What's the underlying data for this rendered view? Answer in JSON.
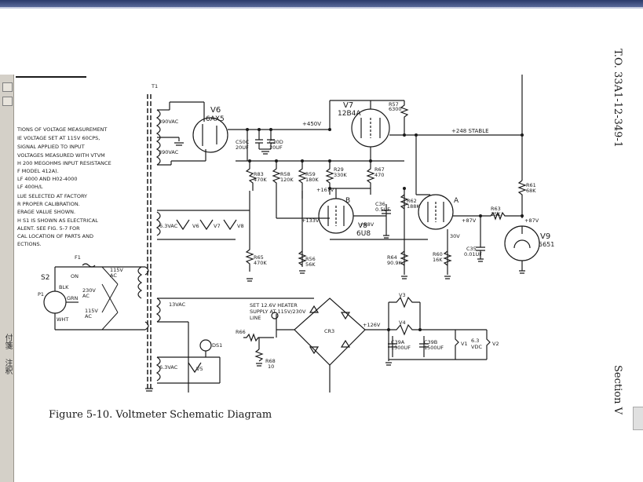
{
  "page": {
    "side_header": "T.O. 33A1-12-349-1",
    "side_footer": "Section V",
    "caption": "Figure 5-10.   Voltmeter Schematic Diagram",
    "left_tab_labels": [
      "付箋",
      "注釈"
    ]
  },
  "notes": {
    "lines": [
      "TIONS OF VOLTAGE MEASUREMENT",
      "IE VOLTAGE SET AT 115V 60CPS,",
      "SIGNAL APPLIED TO INPUT",
      "VOLTAGES MEASURED WITH VTVM",
      "H 200 MEGOHMS INPUT RESISTANCE",
      "F MODEL 412A).",
      "LF 4000 AND H02-4000",
      "LF  400H/L",
      "LUE SELECTED AT FACTORY",
      "R PROPER CALIBRATION.",
      "ERAGE VALUE SHOWN.",
      "H S1 IS SHOWN AS ELECTRICAL",
      "ALENT. SEE FIG. 5-7 FOR",
      "CAL LOCATION OF PARTS AND",
      "ECTIONS."
    ]
  },
  "labels": {
    "t1": "T1",
    "v6": "V6",
    "v6_type": "6AX5",
    "v7": "V7",
    "v7_type": "12B4A",
    "v8": "V8",
    "v8_type": "6U8",
    "v9": "V9",
    "v9_type": "5651",
    "v8_b": "B",
    "v8_a": "A",
    "vac390a": "390VAC",
    "vac390b": "390VAC",
    "plus450": "+450V",
    "plus248": "+248 STABLE",
    "plus87": "+87V",
    "plus87b": "+87V",
    "plus167": "+167V",
    "plus133": "+133V",
    "plus88": "+88V",
    "plus30": "30V",
    "plus126": "+126V",
    "c50": "C50C\n20UF",
    "c30": "C30D\n20UF",
    "r57": "R57\n6300",
    "r83": "R83\n470K",
    "r58": "R58\n120K",
    "r59": "R59\n180K",
    "r29": "R29\n330K",
    "r67": "R67\n470",
    "c36": "C36\n0.5UF",
    "r62": "R62\n188K",
    "r61": "R61\n68K",
    "r63": "R63\n15K",
    "r65": "R65\n470K",
    "r56": "R56\n56K",
    "r64": "R64\n90.9K",
    "r60": "R60\n16K",
    "c35": "C35\n0.01UF",
    "v6_63": "6.3VAC",
    "v6x": "V6",
    "v7x": "V7",
    "v8x": "V8",
    "f1": "F1",
    "on": "ON",
    "s2": "S2",
    "p1": "P1",
    "blk": "BLK",
    "grn": "GRN",
    "wht": "WHT",
    "ac115": "115V\nAC",
    "ac230": "230V\nAC",
    "ac115b": "115V\nAC",
    "vac13": "13VAC",
    "ds1": "DS1",
    "vac63b": "6.3VAC",
    "v5": "V5",
    "heater_note": "SET 12.6V HEATER\nSUPPLY AT 115V/230V\nLINE",
    "r66": "R66",
    "r68": "R68\n10",
    "cr3": "CR3",
    "v3": "V3",
    "v4": "V4",
    "c39a": "C39A\n1500UF",
    "c39b": "C39B\n1500UF",
    "v1": "V1",
    "v2": "V2",
    "vdc": "6.3\nVDC"
  },
  "colors": {
    "ink": "#1a1a1a",
    "paper": "#ffffff",
    "toolbar": "#2a3a6a"
  }
}
